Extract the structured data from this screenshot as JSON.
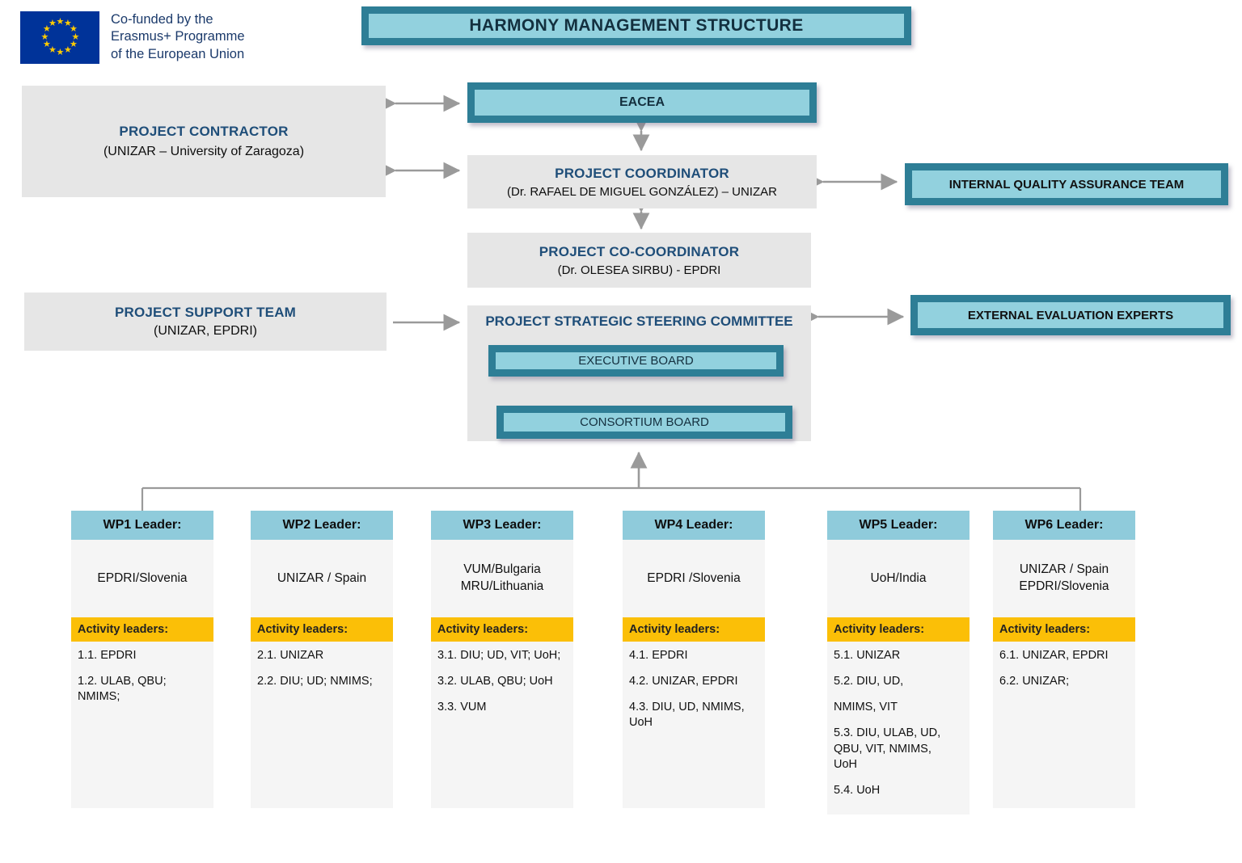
{
  "logo": {
    "name": "erasmus-eu-logo",
    "text": "Co-funded by the\nErasmus+ Programme\nof the European Union",
    "flag_color": "#003399",
    "star_color": "#FFCC00"
  },
  "title": "HARMONY MANAGEMENT STRUCTURE",
  "colors": {
    "teal_border": "#2E7E96",
    "teal_fill": "#92D1DE",
    "wp_header": "#8FCBDB",
    "amber": "#FBBF07",
    "gray_box": "#E6E6E6",
    "navy_text": "#1F4E79",
    "arrow_gray": "#9A9A9A"
  },
  "boxes": {
    "project_contractor": {
      "title": "PROJECT CONTRACTOR",
      "subtitle": "(UNIZAR – University of Zaragoza)"
    },
    "eacea": {
      "label": "EACEA"
    },
    "project_coordinator": {
      "title": "PROJECT COORDINATOR",
      "subtitle": "(Dr. RAFAEL DE MIGUEL GONZÁLEZ) – UNIZAR"
    },
    "internal_quality_assurance": {
      "label": "INTERNAL QUALITY ASSURANCE TEAM"
    },
    "project_cocoordinator": {
      "title": "PROJECT CO-COORDINATOR",
      "subtitle": "(Dr. OLESEA SIRBU) - EPDRI"
    },
    "project_support_team": {
      "title": "PROJECT SUPPORT TEAM",
      "subtitle": "(UNIZAR, EPDRI)"
    },
    "external_evaluation_experts": {
      "label": "EXTERNAL EVALUATION EXPERTS"
    },
    "steering_committee": {
      "title": "PROJECT STRATEGIC STEERING COMMITTEE",
      "executive_board": "EXECUTIVE BOARD",
      "consortium_board": "CONSORTIUM BOARD"
    }
  },
  "work_packages": [
    {
      "header": "WP1 Leader:",
      "leader": "EPDRI/Slovenia",
      "activity_label": "Activity leaders:",
      "activities": [
        "1.1. EPDRI",
        "1.2. ULAB, QBU;\n      NMIMS;"
      ]
    },
    {
      "header": "WP2 Leader:",
      "leader": "UNIZAR / Spain",
      "activity_label": "Activity leaders:",
      "activities": [
        "2.1. UNIZAR",
        "2.2. DIU; UD; NMIMS;"
      ]
    },
    {
      "header": "WP3 Leader:",
      "leader": "VUM/Bulgaria\nMRU/Lithuania",
      "activity_label": "Activity leaders:",
      "activities": [
        "3.1. DIU; UD, VIT; UoH;",
        "3.2. ULAB, QBU; UoH",
        "3.3. VUM"
      ]
    },
    {
      "header": "WP4 Leader:",
      "leader": "EPDRI /Slovenia",
      "activity_label": "Activity leaders:",
      "activities": [
        "4.1. EPDRI",
        "4.2. UNIZAR, EPDRI",
        "4.3. DIU, UD, NMIMS, UoH"
      ]
    },
    {
      "header": "WP5 Leader:",
      "leader": "UoH/India",
      "activity_label": "Activity leaders:",
      "activities": [
        "5.1. UNIZAR",
        "5.2. DIU, UD,",
        "NMIMS, VIT",
        "5.3. DIU, ULAB, UD,\nQBU, VIT, NMIMS,\nUoH",
        "5.4. UoH"
      ]
    },
    {
      "header": "WP6 Leader:",
      "leader": "UNIZAR / Spain\nEPDRI/Slovenia",
      "activity_label": "Activity leaders:",
      "activities": [
        "6.1. UNIZAR, EPDRI",
        "6.2. UNIZAR;"
      ]
    }
  ]
}
